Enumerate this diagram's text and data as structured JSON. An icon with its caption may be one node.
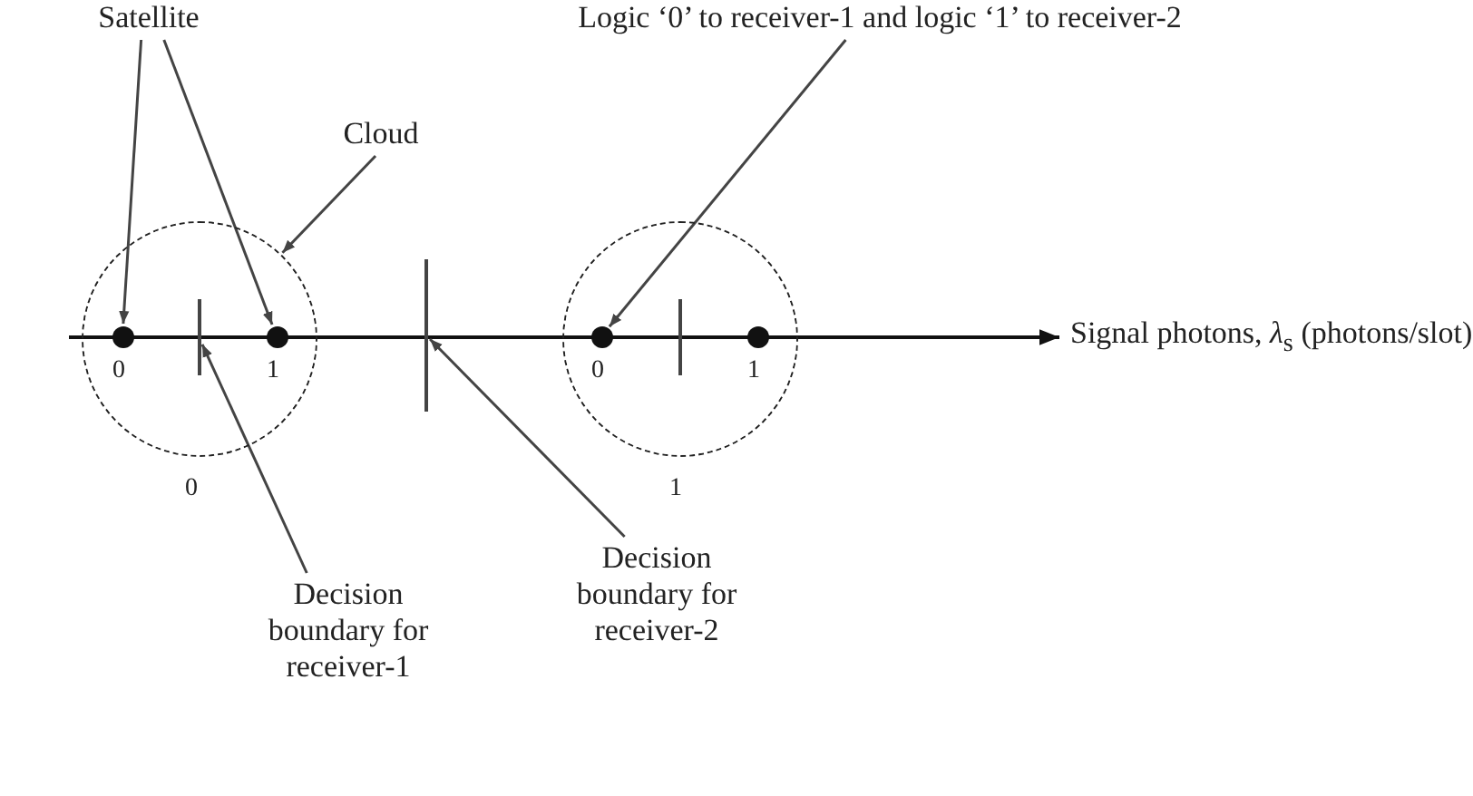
{
  "diagram": {
    "nodes": [
      {
        "text": [
          "Satellite"
        ]
      },
      {
        "text": [
          "Logic ‘0’ to receiver-1 and logic ‘1’ to receiver-2"
        ]
      },
      {
        "text": [
          "Cloud"
        ]
      },
      {
        "text": [],
        "shape": "circle"
      },
      {
        "text": [],
        "shape": "circle",
        "in": 3
      },
      {
        "text": [],
        "shape": "bar",
        "in": 3
      },
      {
        "text": [],
        "shape": "circle",
        "in": 3
      },
      {
        "text": [],
        "shape": "bar"
      },
      {
        "text": [],
        "shape": "circle"
      },
      {
        "text": [],
        "shape": "circle",
        "in": 8
      },
      {
        "text": [],
        "shape": "bar",
        "in": 8
      },
      {
        "text": [],
        "shape": "circle",
        "in": 8
      },
      {
        "text": [
          "Decision boundary for receiver-1"
        ]
      },
      {
        "text": [
          "Decision boundary for receiver-2"
        ]
      }
    ],
    "edges": [
      {
        "from": 0,
        "to": 4,
        "arrow": "to"
      },
      {
        "from": 0,
        "to": 6,
        "arrow": "to"
      },
      {
        "from": 2,
        "to": 3,
        "arrow": "to"
      },
      {
        "from": 1,
        "to": 9,
        "arrow": "to"
      },
      {
        "from": 12,
        "to": 5,
        "arrow": "to"
      },
      {
        "from": 13,
        "to": 7,
        "arrow": "to"
      }
    ],
    "labels": [
      "Signal photons, *λ*$_{s}$ (photons/slot)",
      "0",
      "1",
      "0",
      "1",
      "0",
      "1"
    ]
  }
}
